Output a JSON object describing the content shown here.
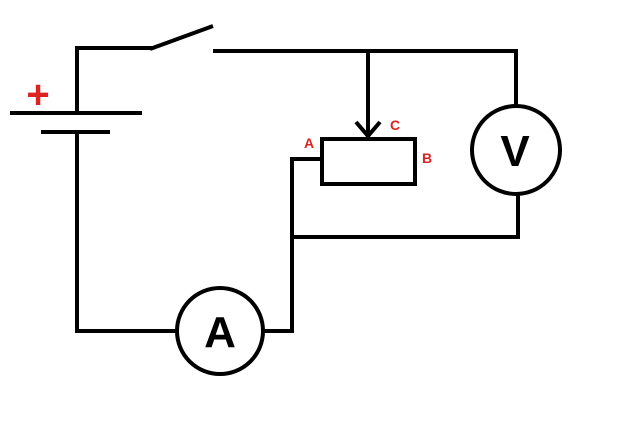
{
  "colors": {
    "wire": "#000000",
    "label_red": "#dd2222",
    "background": "#ffffff"
  },
  "battery": {
    "polarity_mark": "+"
  },
  "ammeter": {
    "symbol": "A"
  },
  "voltmeter": {
    "symbol": "V"
  },
  "rheostat": {
    "terminal_a": "A",
    "terminal_b": "B",
    "terminal_c": "C"
  }
}
